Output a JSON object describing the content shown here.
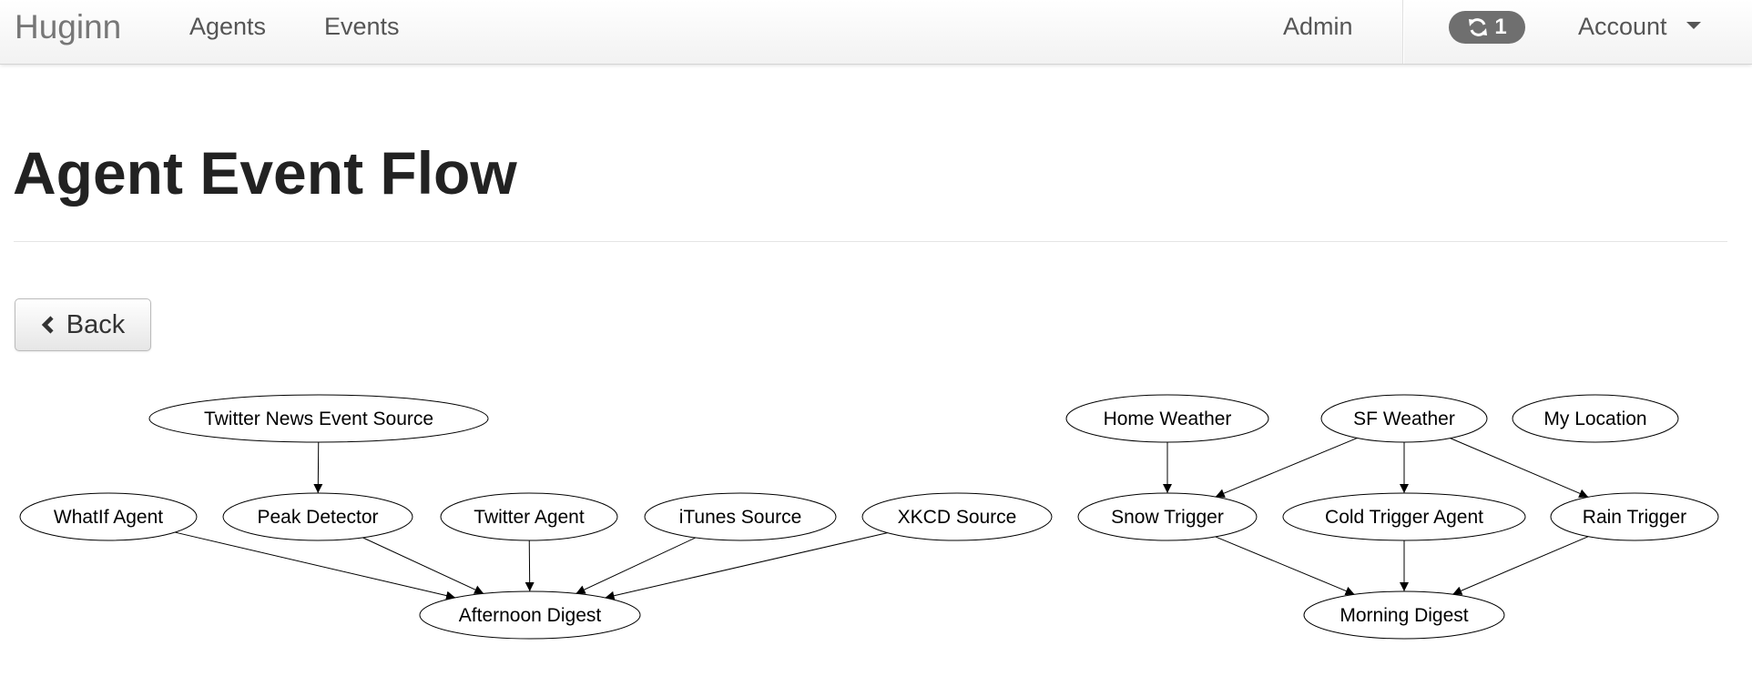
{
  "navbar": {
    "brand": "Huginn",
    "links": [
      "Agents",
      "Events"
    ],
    "admin": "Admin",
    "jobs_count": "1",
    "account": "Account"
  },
  "page": {
    "title": "Agent Event Flow",
    "back_label": "Back"
  },
  "diagram": {
    "nodes": {
      "twitter_news": "Twitter News Event Source",
      "whatif": "WhatIf Agent",
      "peak": "Peak Detector",
      "twitter_agent": "Twitter Agent",
      "itunes": "iTunes Source",
      "xkcd": "XKCD Source",
      "afternoon": "Afternoon Digest",
      "home_weather": "Home Weather",
      "sf_weather": "SF Weather",
      "my_location": "My Location",
      "snow": "Snow Trigger",
      "cold": "Cold Trigger Agent",
      "rain": "Rain Trigger",
      "morning": "Morning Digest"
    },
    "edges": [
      [
        "twitter_news",
        "peak"
      ],
      [
        "whatif",
        "afternoon"
      ],
      [
        "peak",
        "afternoon"
      ],
      [
        "twitter_agent",
        "afternoon"
      ],
      [
        "itunes",
        "afternoon"
      ],
      [
        "xkcd",
        "afternoon"
      ],
      [
        "home_weather",
        "snow"
      ],
      [
        "sf_weather",
        "snow"
      ],
      [
        "sf_weather",
        "cold"
      ],
      [
        "sf_weather",
        "rain"
      ],
      [
        "snow",
        "morning"
      ],
      [
        "cold",
        "morning"
      ],
      [
        "rain",
        "morning"
      ]
    ]
  }
}
